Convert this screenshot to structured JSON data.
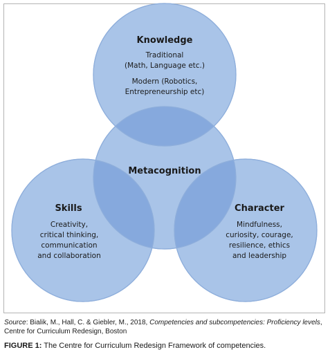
{
  "diagram": {
    "center": {
      "title": "Metacognition"
    },
    "circles": [
      {
        "title": "Knowledge",
        "lines": [
          "Traditional",
          "(Math, Language etc.)",
          "Modern (Robotics,",
          "Entrepreneurship etc)"
        ]
      },
      {
        "title": "Skills",
        "lines": [
          "Creativity,",
          "critical thinking,",
          "communication",
          "and collaboration"
        ]
      },
      {
        "title": "Character",
        "lines": [
          "Mindfulness,",
          "curiosity, courage,",
          "resilience, ethics",
          "and leadership"
        ]
      }
    ],
    "colors": {
      "fill": "#a9c4e8",
      "stroke": "#8eaedb",
      "overlap": "#86a9dd"
    }
  },
  "caption": {
    "source_label": "Source",
    "source_text": ": Bialik, M., Hall, C. & Giebler, M., 2018, ",
    "source_title": "Competencies and subcompetencies: Proficiency levels",
    "source_tail": ", Centre for Curriculum Redesign, Boston",
    "figure_label": "FIGURE 1:",
    "figure_text": " The Centre for Curriculum Redesign Framework of competencies."
  }
}
